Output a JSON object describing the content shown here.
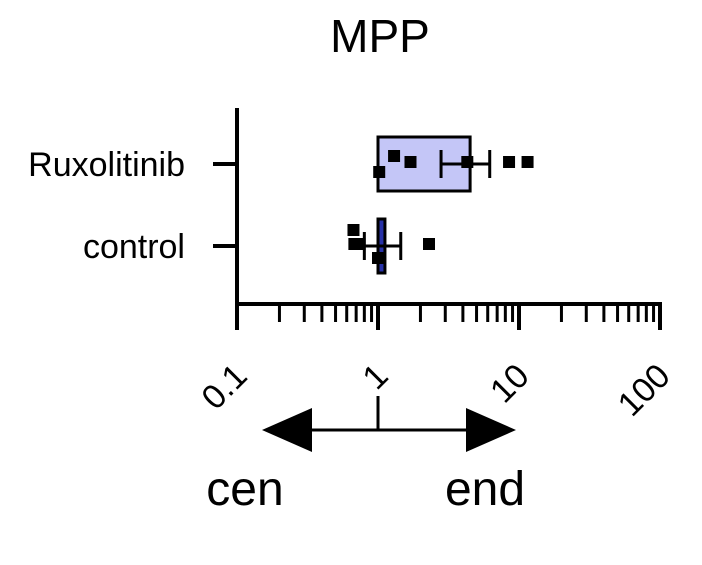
{
  "chart_data": {
    "type": "bar",
    "orientation": "horizontal",
    "title": "MPP",
    "x_scale": "log10",
    "xlim": [
      0.1,
      100
    ],
    "x_ticks": [
      0.1,
      1,
      10,
      100
    ],
    "x_tick_labels": [
      "0.1",
      "1",
      "10",
      "100"
    ],
    "categories": [
      "Ruxolitinib",
      "control"
    ],
    "bars": [
      {
        "category": "Ruxolitinib",
        "value": 4.5,
        "error_low": 2.8,
        "error_high": 6.2,
        "points": [
          1.02,
          1.3,
          1.7,
          4.3,
          8.5,
          11.5
        ],
        "fill": "#c4c6f7",
        "stroke": "#000000"
      },
      {
        "category": "control",
        "value": 1.12,
        "error_low": 0.8,
        "error_high": 1.45,
        "points": [
          0.67,
          0.68,
          0.74,
          1.0,
          2.3
        ],
        "fill": "#2832a8",
        "stroke": "#000000"
      }
    ],
    "grid": false,
    "legend": "none",
    "direction_annotation": {
      "left_label": "cen",
      "right_label": "end",
      "center_tick_value": 1
    }
  }
}
